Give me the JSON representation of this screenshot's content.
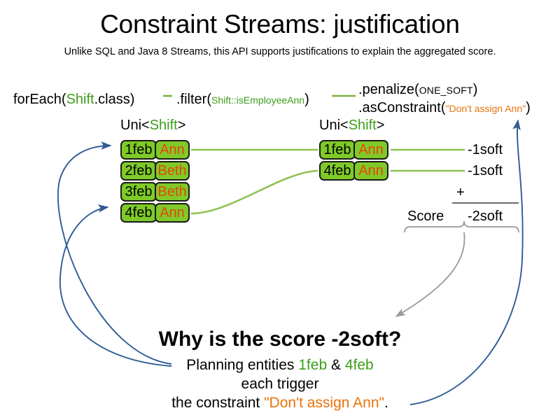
{
  "header": {
    "title": "Constraint Streams: justification",
    "subtitle": "Unlike SQL and Java 8 Streams, this API supports justifications to explain the aggregated score."
  },
  "pipeline": {
    "for_each": {
      "call": "forEach(",
      "type": "Shift",
      "tail": ".class)"
    },
    "filter": {
      "call": ".filter(",
      "ref": "Shift::isEmployeeAnn",
      "tail": ")"
    },
    "penalize": {
      "call": ".penalize(",
      "constant": "ONE_SOFT",
      "tail": ")"
    },
    "as_constraint": {
      "call": ".asConstraint(",
      "string": "\"Don't assign Ann\"",
      "tail": ")"
    }
  },
  "streams": {
    "left": {
      "label_prefix": "Uni<",
      "label_type": "Shift",
      "label_suffix": ">",
      "rows": [
        {
          "date": "1feb",
          "name": "Ann"
        },
        {
          "date": "2feb",
          "name": "Beth"
        },
        {
          "date": "3feb",
          "name": "Beth"
        },
        {
          "date": "4feb",
          "name": "Ann"
        }
      ]
    },
    "right": {
      "label_prefix": "Uni<",
      "label_type": "Shift",
      "label_suffix": ">",
      "rows": [
        {
          "date": "1feb",
          "name": "Ann"
        },
        {
          "date": "4feb",
          "name": "Ann"
        }
      ]
    }
  },
  "score": {
    "impacts": [
      "-1soft",
      "-1soft"
    ],
    "operator": "+",
    "label": "Score",
    "total": "-2soft"
  },
  "explanation": {
    "question": "Why is the score -2soft?",
    "line1_prefix": "Planning entities ",
    "line1_entity_a": "1feb",
    "line1_joiner": " & ",
    "line1_entity_b": "4feb",
    "line2": "each trigger",
    "line3_prefix": "the constraint ",
    "line3_constraint": "\"Don't assign Ann\"",
    "line3_suffix": "."
  },
  "colors": {
    "card_fill": "#7fca28",
    "card_border": "#1a1a1a",
    "type_green": "#3c9e1a",
    "wire_green": "#8cc152",
    "name_orange": "#e8450b",
    "string_orange": "#e8730b",
    "arrow_blue": "#2f5c94",
    "brace_gray": "#999999"
  }
}
